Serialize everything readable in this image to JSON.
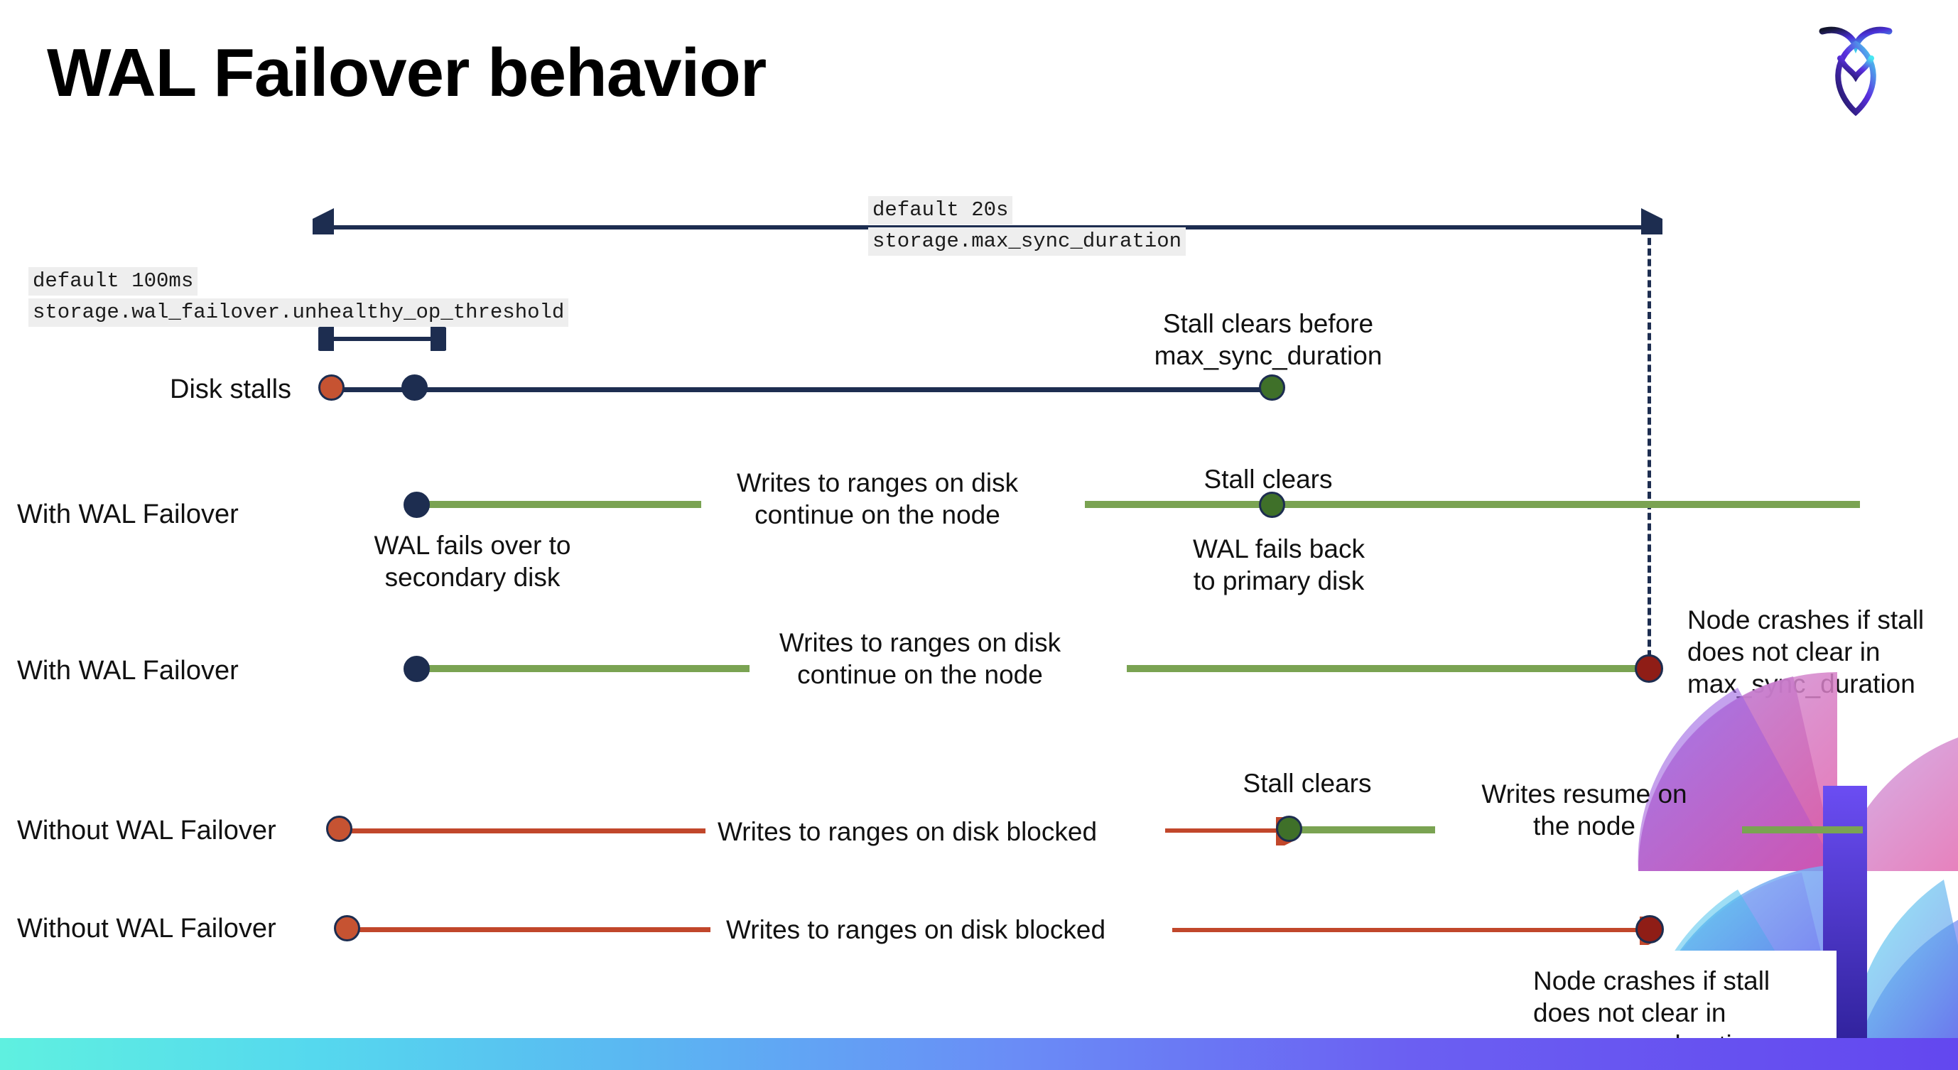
{
  "slide": {
    "title": "WAL Failover behavior",
    "logo_name": "cockroachdb-logo"
  },
  "annotations": {
    "max_sync_default": "default 20s",
    "max_sync_setting": "storage.max_sync_duration",
    "unhealthy_default": "default 100ms",
    "unhealthy_setting": "storage.wal_failover.unhealthy_op_threshold"
  },
  "rows": [
    {
      "label": "Disk stalls",
      "above_note": "Stall clears before\nmax_sync_duration"
    },
    {
      "label": "With WAL Failover",
      "mid_note": "Writes to ranges on disk\ncontinue on the node",
      "stall_note": "Stall clears",
      "below_left_note": "WAL fails over to\nsecondary disk",
      "below_right_note": "WAL fails  back\nto primary disk"
    },
    {
      "label": "With WAL Failover",
      "mid_note": "Writes to ranges on disk\ncontinue on the node",
      "crash_note": "Node crashes if stall\ndoes not clear in\nmax_sync_duration"
    },
    {
      "label": "Without WAL Failover",
      "mid_note": "Writes to ranges on disk  blocked",
      "stall_note": "Stall clears",
      "resume_note": "Writes resume on\nthe node"
    },
    {
      "label": "Without WAL Failover",
      "mid_note": "Writes to ranges on disk  blocked",
      "crash_note": "Node crashes if stall\ndoes not clear in\nmax_sync_duration"
    }
  ],
  "colors": {
    "navy": "#1d2d50",
    "green_line": "#7aa352",
    "green_dot": "#3f7029",
    "red_line": "#c1472b",
    "red_dot": "#c65332",
    "dark_red_dot": "#8f1d16",
    "chip_bg": "#eeeeee"
  }
}
